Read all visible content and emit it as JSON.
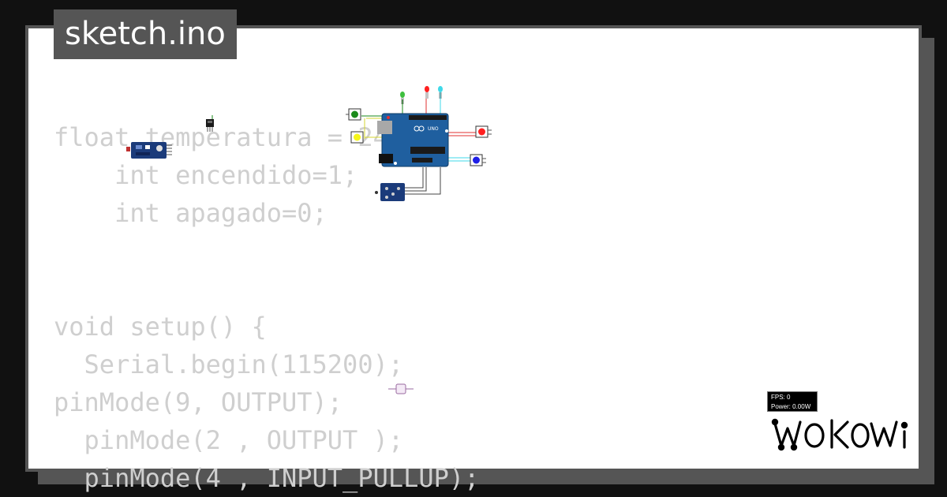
{
  "title": "sketch.ino",
  "code_lines": [
    "float temperatura = 24",
    "    int encendido=1;",
    "    int apagado=0;",
    "",
    "",
    "void setup() {",
    "  Serial.begin(115200);",
    "pinMode(9, OUTPUT);",
    "  pinMode(2 , OUTPUT );",
    "  pinMode(4 , INPUT_PULLUP);"
  ],
  "stats": {
    "fps": "FPS: 0",
    "power": "Power: 0.00W"
  },
  "board": {
    "uno_label": "UNO"
  },
  "brand": "WOKWI",
  "colors": {
    "background": "#111111",
    "frame": "#555555",
    "code_text": "#cfcfcf",
    "board_blue": "#1f5f9f",
    "led_red": "#ff2020",
    "led_green": "#1a8a1a",
    "led_yellow": "#f5f51a",
    "led_blue": "#1f1fe6",
    "wire_cyan": "#3fd9e9",
    "wire_red": "#e03030"
  }
}
